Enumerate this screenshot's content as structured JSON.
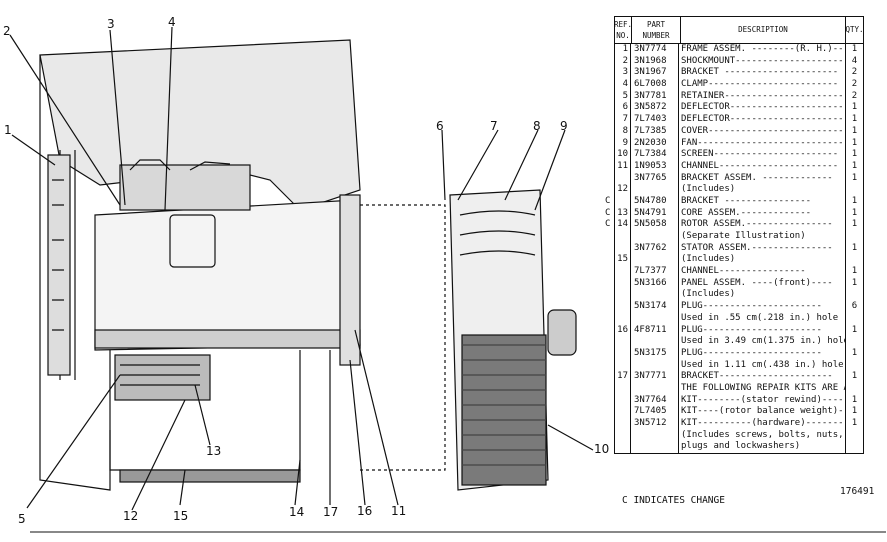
{
  "callouts": [
    "1",
    "2",
    "3",
    "4",
    "5",
    "6",
    "7",
    "8",
    "9",
    "10",
    "11",
    "12",
    "13",
    "14",
    "15",
    "16",
    "17"
  ],
  "table": {
    "headers": {
      "ref": "REF. NO.",
      "part": "PART NUMBER",
      "desc": "DESCRIPTION",
      "qty": "QTY."
    },
    "rows": [
      {
        "ref": "1",
        "part": "3N7774",
        "desc": "FRAME ASSEM. --------(R. H.)------",
        "qty": "1",
        "c": ""
      },
      {
        "ref": "2",
        "part": "3N1968",
        "desc": "SHOCKMOUNT--------------------",
        "qty": "4",
        "c": ""
      },
      {
        "ref": "3",
        "part": "3N1967",
        "desc": "BRACKET ---------------------",
        "qty": "2",
        "c": ""
      },
      {
        "ref": "4",
        "part": "6L7008",
        "desc": "CLAMP------------------------",
        "qty": "2",
        "c": ""
      },
      {
        "ref": "5",
        "part": "3N7781",
        "desc": "RETAINER----------------------",
        "qty": "2",
        "c": ""
      },
      {
        "ref": "6",
        "part": "3N5872",
        "desc": "DEFLECTOR---------------------",
        "qty": "1",
        "c": ""
      },
      {
        "ref": "7",
        "part": "7L7403",
        "desc": "DEFLECTOR---------------------",
        "qty": "1",
        "c": ""
      },
      {
        "ref": "8",
        "part": "7L7385",
        "desc": "COVER-------------------------",
        "qty": "1",
        "c": ""
      },
      {
        "ref": "9",
        "part": "2N2030",
        "desc": "FAN---------------------------",
        "qty": "1",
        "c": ""
      },
      {
        "ref": "10",
        "part": "7L7384",
        "desc": "SCREEN-----------------------",
        "qty": "1",
        "c": ""
      },
      {
        "ref": "11",
        "part": "1N9053",
        "desc": "CHANNEL----------------------",
        "qty": "1",
        "c": ""
      },
      {
        "ref": "",
        "part": "3N7765",
        "desc": "BRACKET ASSEM. -------------",
        "qty": "1",
        "c": ""
      },
      {
        "ref": "12",
        "part": "",
        "desc": "      (Includes)",
        "qty": "",
        "c": ""
      },
      {
        "ref": "",
        "part": "5N4780",
        "desc": "      BRACKET ----------------",
        "qty": "1",
        "c": "C"
      },
      {
        "ref": "13",
        "part": "5N4791",
        "desc": "      CORE ASSEM.-------------",
        "qty": "1",
        "c": "C"
      },
      {
        "ref": "14",
        "part": "5N5058",
        "desc": "ROTOR ASSEM.----------------",
        "qty": "1",
        "c": "C"
      },
      {
        "ref": "",
        "part": "",
        "desc": "      (Separate Illustration)",
        "qty": "",
        "c": ""
      },
      {
        "ref": "",
        "part": "3N7762",
        "desc": "STATOR ASSEM.---------------",
        "qty": "1",
        "c": ""
      },
      {
        "ref": "15",
        "part": "",
        "desc": "      (Includes)",
        "qty": "",
        "c": ""
      },
      {
        "ref": "",
        "part": "7L7377",
        "desc": "      CHANNEL----------------",
        "qty": "1",
        "c": ""
      },
      {
        "ref": "",
        "part": "5N3166",
        "desc": "PANEL ASSEM. ----(front)----",
        "qty": "1",
        "c": ""
      },
      {
        "ref": "",
        "part": "",
        "desc": "      (Includes)",
        "qty": "",
        "c": ""
      },
      {
        "ref": "",
        "part": "5N3174",
        "desc": "      PLUG----------------------",
        "qty": "6",
        "c": ""
      },
      {
        "ref": "",
        "part": "",
        "desc": "    Used in .55 cm(.218 in.) hole",
        "qty": "",
        "c": ""
      },
      {
        "ref": "16",
        "part": "4F8711",
        "desc": "      PLUG----------------------",
        "qty": "1",
        "c": ""
      },
      {
        "ref": "",
        "part": "",
        "desc": "    Used in 3.49 cm(1.375 in.) hole",
        "qty": "",
        "c": ""
      },
      {
        "ref": "",
        "part": "5N3175",
        "desc": "      PLUG----------------------",
        "qty": "1",
        "c": ""
      },
      {
        "ref": "",
        "part": "",
        "desc": "    Used in 1.11 cm(.438 in.) hole",
        "qty": "",
        "c": ""
      },
      {
        "ref": "17",
        "part": "3N7771",
        "desc": "BRACKET---------------------",
        "qty": "1",
        "c": ""
      },
      {
        "ref": "",
        "part": "",
        "desc": "THE FOLLOWING REPAIR KITS ARE AVAILABLE:",
        "qty": "",
        "c": "",
        "full": true
      },
      {
        "ref": "",
        "part": "3N7764",
        "desc": "KIT--------(stator rewind)------",
        "qty": "1",
        "c": ""
      },
      {
        "ref": "",
        "part": "7L7405",
        "desc": "KIT----(rotor balance weight)---",
        "qty": "1",
        "c": ""
      },
      {
        "ref": "",
        "part": "3N5712",
        "desc": "KIT----------(hardware)--------",
        "qty": "1",
        "c": ""
      },
      {
        "ref": "",
        "part": "",
        "desc": "(Includes screws, bolts, nuts,",
        "qty": "",
        "c": ""
      },
      {
        "ref": "",
        "part": "",
        "desc": "            plugs and lockwashers)",
        "qty": "",
        "c": ""
      }
    ]
  },
  "footnote": "C INDICATES CHANGE",
  "figure_number": "176491"
}
